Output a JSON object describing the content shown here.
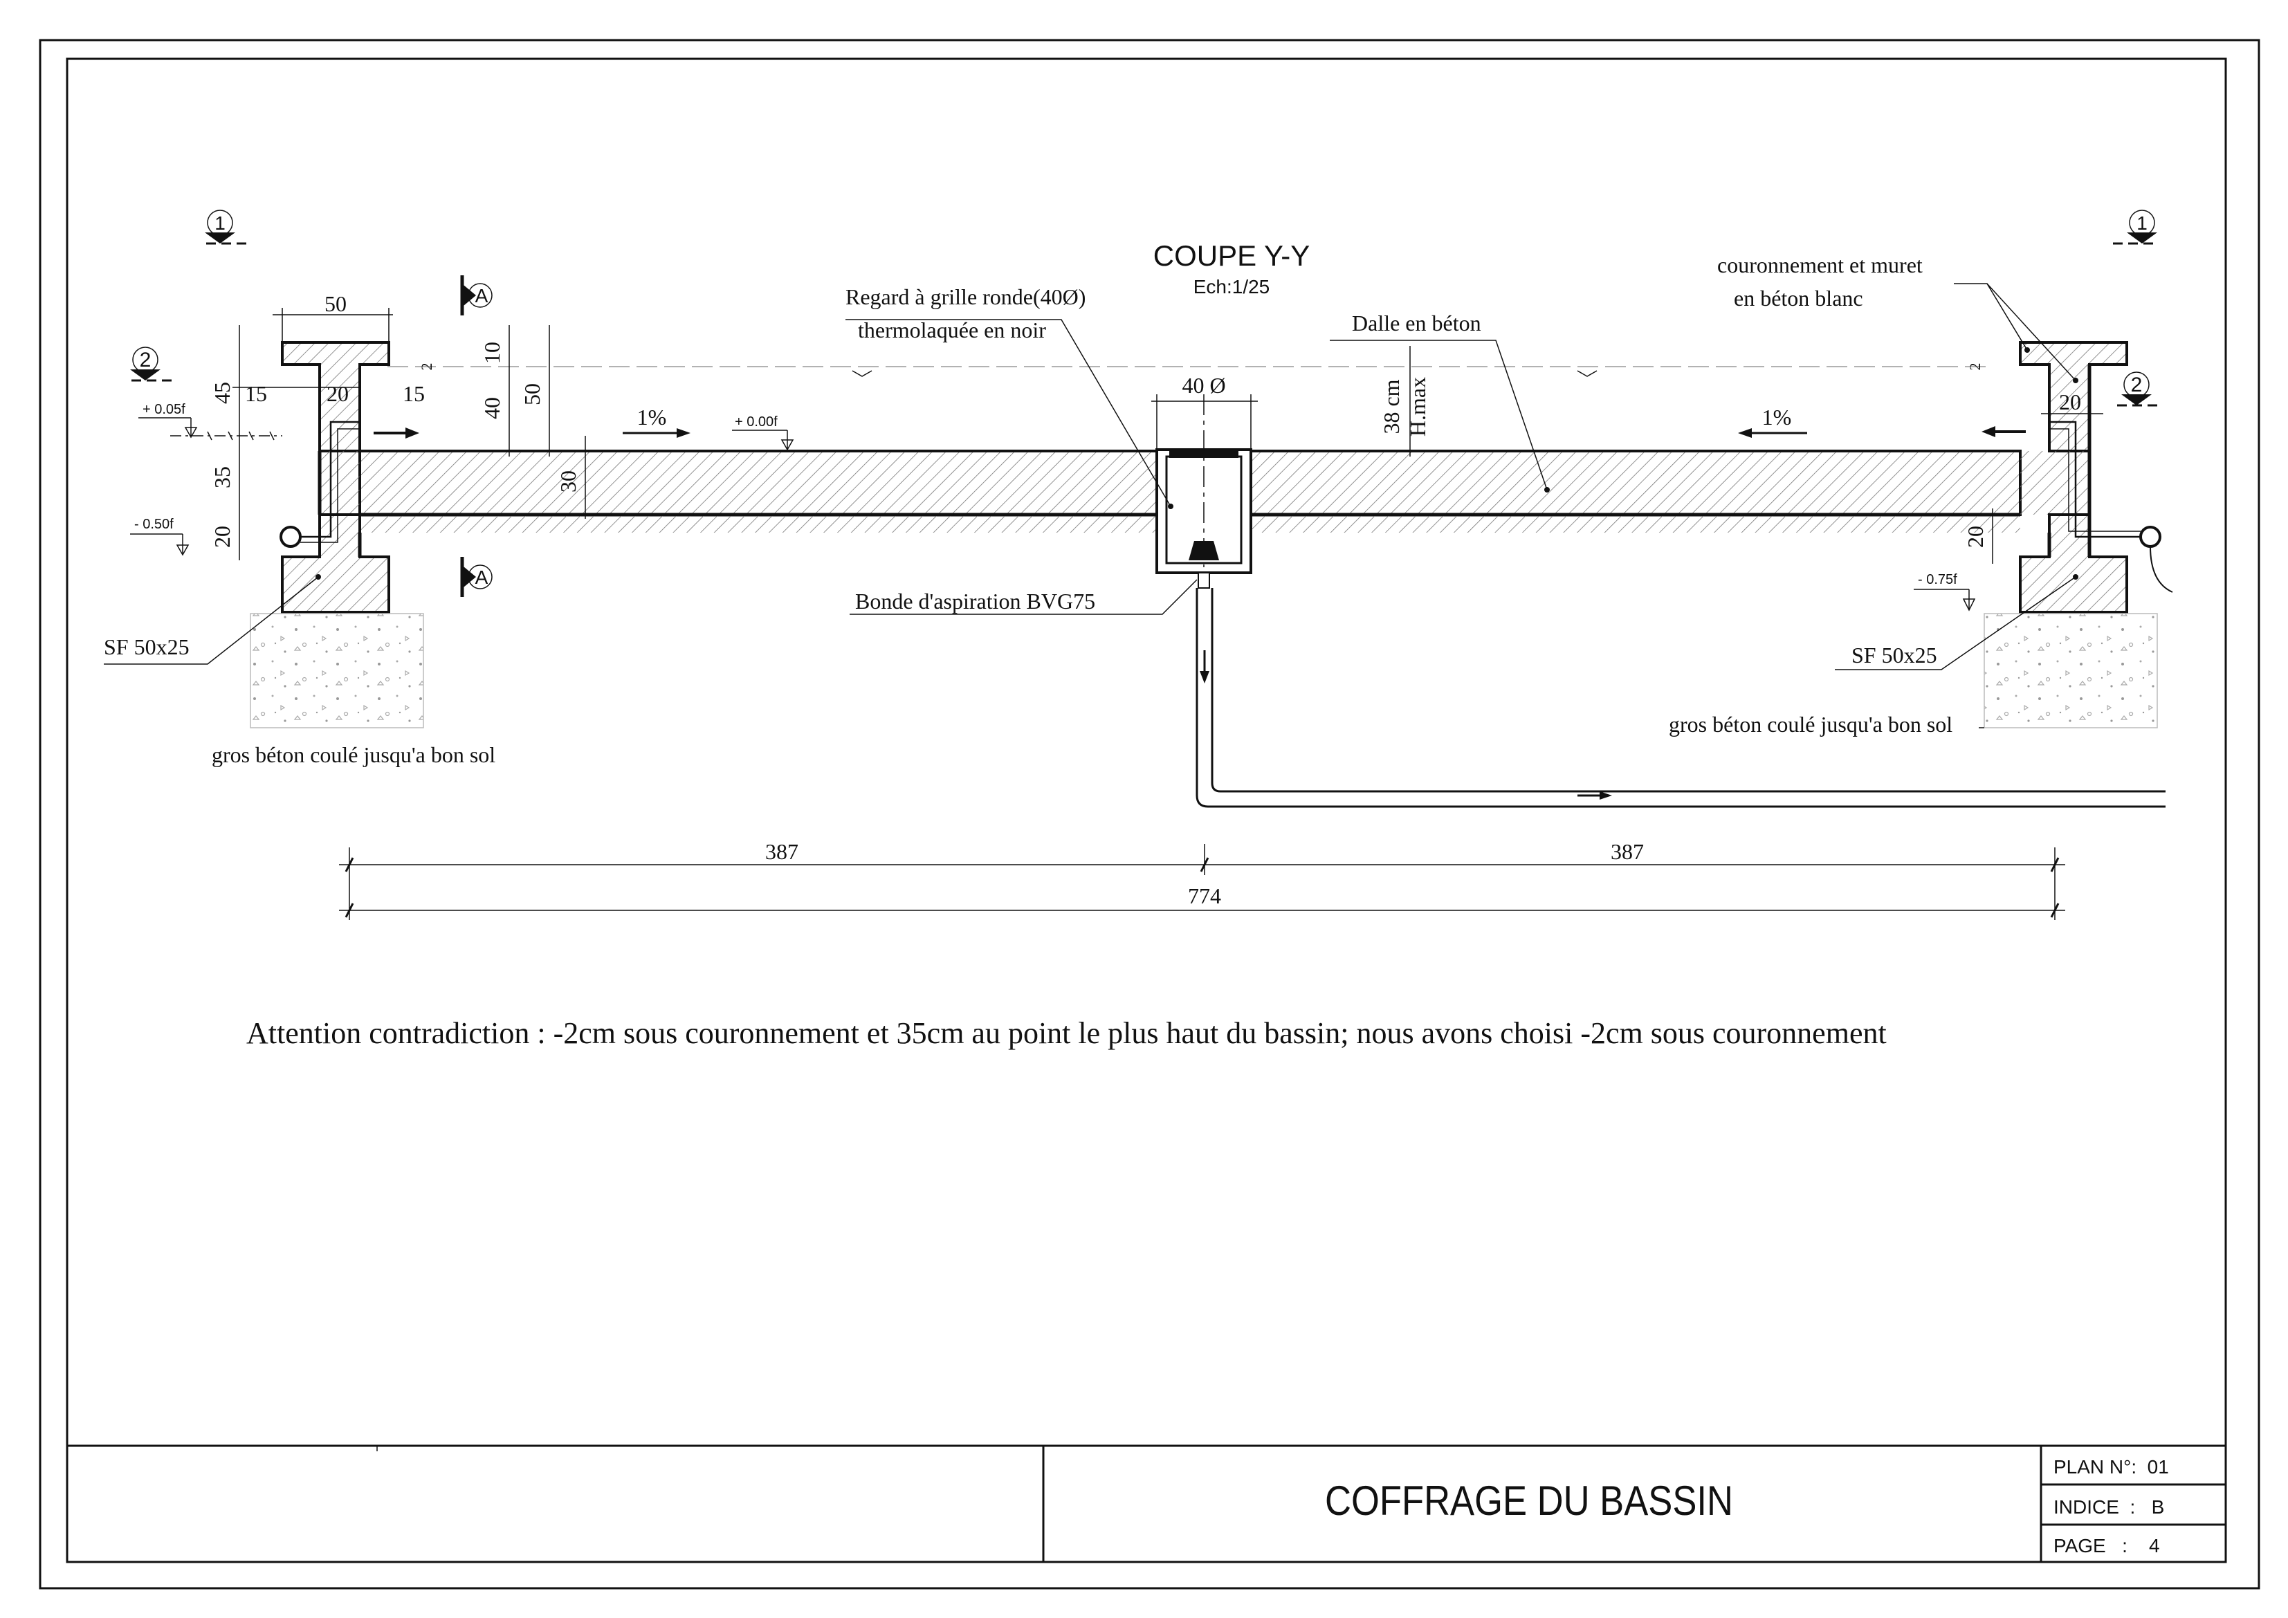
{
  "section": {
    "title": "COUPE Y-Y",
    "scale": "Ech:1/25"
  },
  "markers": {
    "one": "1",
    "two": "2",
    "a": "A"
  },
  "dims": {
    "d50": "50",
    "d45": "45",
    "d15a": "15",
    "d20a": "20",
    "d15b": "15",
    "d35": "35",
    "d20b": "20",
    "d2a": "2",
    "d10": "10",
    "d40": "40",
    "d50b": "50",
    "d30": "30",
    "d40dia": "40 Ø",
    "d38": "38 cm",
    "hmax": "H.max",
    "d2b": "2",
    "d20c": "20",
    "d20d": "20",
    "d387a": "387",
    "d387b": "387",
    "d774": "774"
  },
  "levels": {
    "p005": "+ 0.05f",
    "m050": "- 0.50f",
    "p000": "+ 0.00f",
    "m075": "- 0.75f"
  },
  "slopes": {
    "left": "1%",
    "right": "1%"
  },
  "labels": {
    "regard_l1": "Regard à grille ronde(40Ø)",
    "regard_l2": "thermolaquée en noir",
    "dalle": "Dalle en béton",
    "couronnement_l1": "couronnement et muret",
    "couronnement_l2": "en béton blanc",
    "bonde": "Bonde d'aspiration BVG75",
    "sf_left": "SF 50x25",
    "sf_right": "SF 50x25",
    "gros_left": "gros béton coulé jusqu'a bon sol",
    "gros_right": "gros béton coulé jusqu'a bon sol"
  },
  "note": "Attention contradiction : -2cm sous couronnement et 35cm au point le plus haut du bassin; nous avons choisi -2cm sous couronnement",
  "title_block": {
    "title": "COFFRAGE DU BASSIN",
    "plan": "PLAN N°:  01",
    "indice": "INDICE  :   B",
    "page": "PAGE   :    4"
  }
}
